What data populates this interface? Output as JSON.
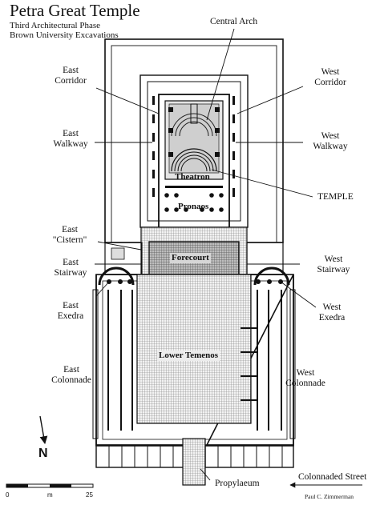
{
  "title": "Petra Great Temple",
  "subtitle_1": "Third Architectural Phase",
  "subtitle_2": "Brown University Excavations",
  "labels": {
    "central_arch": "Central Arch",
    "east_corridor_1": "East",
    "east_corridor_2": "Corridor",
    "west_corridor_1": "West",
    "west_corridor_2": "Corridor",
    "east_walkway_1": "East",
    "east_walkway_2": "Walkway",
    "west_walkway_1": "West",
    "west_walkway_2": "Walkway",
    "theatron": "Theatron",
    "temple": "TEMPLE",
    "pronaos": "Pronaos",
    "east_cistern_1": "East",
    "east_cistern_2": "\"Cistern\"",
    "forecourt": "Forecourt",
    "east_stairway_1": "East",
    "east_stairway_2": "Stairway",
    "west_stairway_1": "West",
    "west_stairway_2": "Stairway",
    "east_exedra_1": "East",
    "east_exedra_2": "Exedra",
    "west_exedra_1": "West",
    "west_exedra_2": "Exedra",
    "lower_temenos": "Lower Temenos",
    "east_colonnade_1": "East",
    "east_colonnade_2": "Colonnade",
    "west_colonnade_1": "West",
    "west_colonnade_2": "Colonnade",
    "propylaeum": "Propylaeum",
    "colonnaded_street": "Colonnaded Street"
  },
  "north": "N",
  "scale": {
    "zero": "0",
    "unit": "m",
    "max": "25"
  },
  "credit": "Paul C. Zimmerman"
}
